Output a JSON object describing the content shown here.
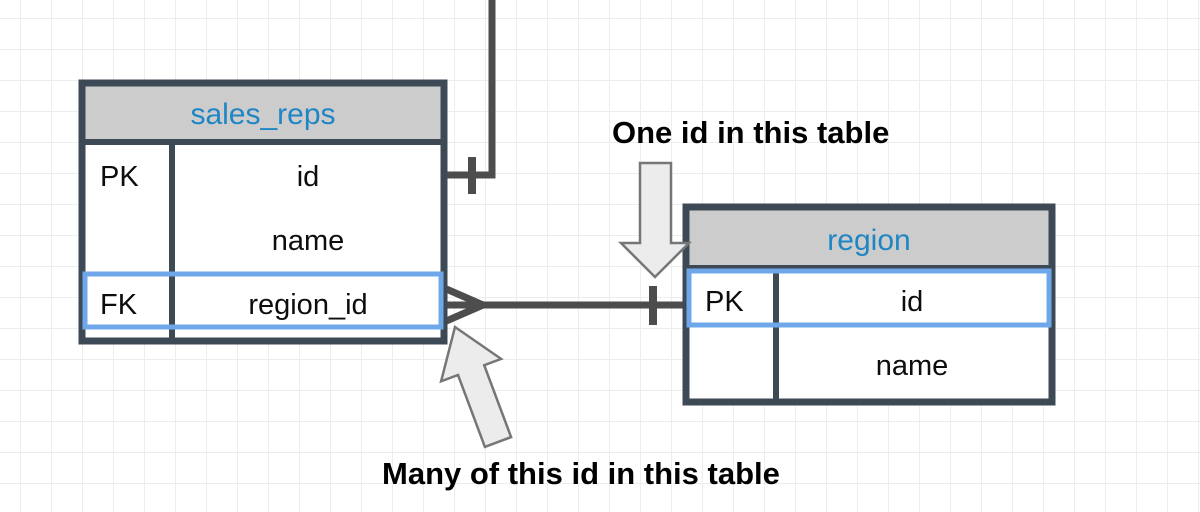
{
  "diagram": {
    "type": "entity-relationship-diagram",
    "background": "grid",
    "colors": {
      "table_border": "#3d4a56",
      "header_fill": "#cccccc",
      "title_text": "#1f86c4",
      "highlight_border": "#6fa8ea",
      "cell_text": "#0d0d0d",
      "connector": "#4d4d4d",
      "annotation_arrow_fill": "#ececec",
      "annotation_arrow_stroke": "#767676",
      "grid_line": "#eceded",
      "canvas": "#ffffff"
    },
    "tables": [
      {
        "id": "sales_reps",
        "name": "sales_reps",
        "rows": [
          {
            "key": "PK",
            "field": "id",
            "highlighted": false
          },
          {
            "key": "",
            "field": "name",
            "highlighted": false
          },
          {
            "key": "FK",
            "field": "region_id",
            "highlighted": true
          }
        ]
      },
      {
        "id": "region",
        "name": "region",
        "rows": [
          {
            "key": "PK",
            "field": "id",
            "highlighted": true
          },
          {
            "key": "",
            "field": "name",
            "highlighted": false
          }
        ]
      }
    ],
    "relationship": {
      "from_table": "sales_reps",
      "from_field": "region_id",
      "from_cardinality": "many",
      "from_symbol": "crows-foot",
      "to_table": "region",
      "to_field": "id",
      "to_cardinality": "one",
      "to_symbol": "single-tick"
    },
    "secondary_connector": {
      "from_table": "sales_reps",
      "from_field": "id",
      "cardinality": "one",
      "symbol": "single-tick",
      "direction": "up-offscreen"
    },
    "annotations": [
      {
        "id": "one-side-note",
        "text": "One id in this table",
        "arrow": "down-arrow",
        "points_to": "region.id"
      },
      {
        "id": "many-side-note",
        "text": "Many of this id in this table",
        "arrow": "up-arrow-tilted",
        "points_to": "sales_reps.region_id"
      }
    ]
  }
}
